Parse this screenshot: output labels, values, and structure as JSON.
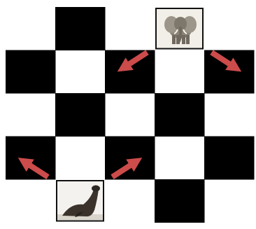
{
  "board": {
    "rows": 5,
    "cols": 5,
    "light_color": "#ffffff",
    "dark_color": "#000000",
    "dark_squares": [
      [
        0,
        1
      ],
      [
        1,
        0
      ],
      [
        1,
        2
      ],
      [
        1,
        4
      ],
      [
        2,
        1
      ],
      [
        2,
        3
      ],
      [
        3,
        0
      ],
      [
        3,
        2
      ],
      [
        3,
        4
      ],
      [
        4,
        3
      ]
    ]
  },
  "pieces": [
    {
      "name": "elephant",
      "icon": "elephant-icon",
      "row": 0,
      "col": 3
    },
    {
      "name": "sea-lion",
      "icon": "sea-lion-icon",
      "row": 4,
      "col": 1
    }
  ],
  "move_arrows": [
    {
      "piece": "elephant",
      "direction": "down-left",
      "color": "#cc4b4b"
    },
    {
      "piece": "elephant",
      "direction": "down-right",
      "color": "#cc4b4b"
    },
    {
      "piece": "sea-lion",
      "direction": "up-left",
      "color": "#cc4b4b"
    },
    {
      "piece": "sea-lion",
      "direction": "up-right",
      "color": "#cc4b4b"
    }
  ]
}
